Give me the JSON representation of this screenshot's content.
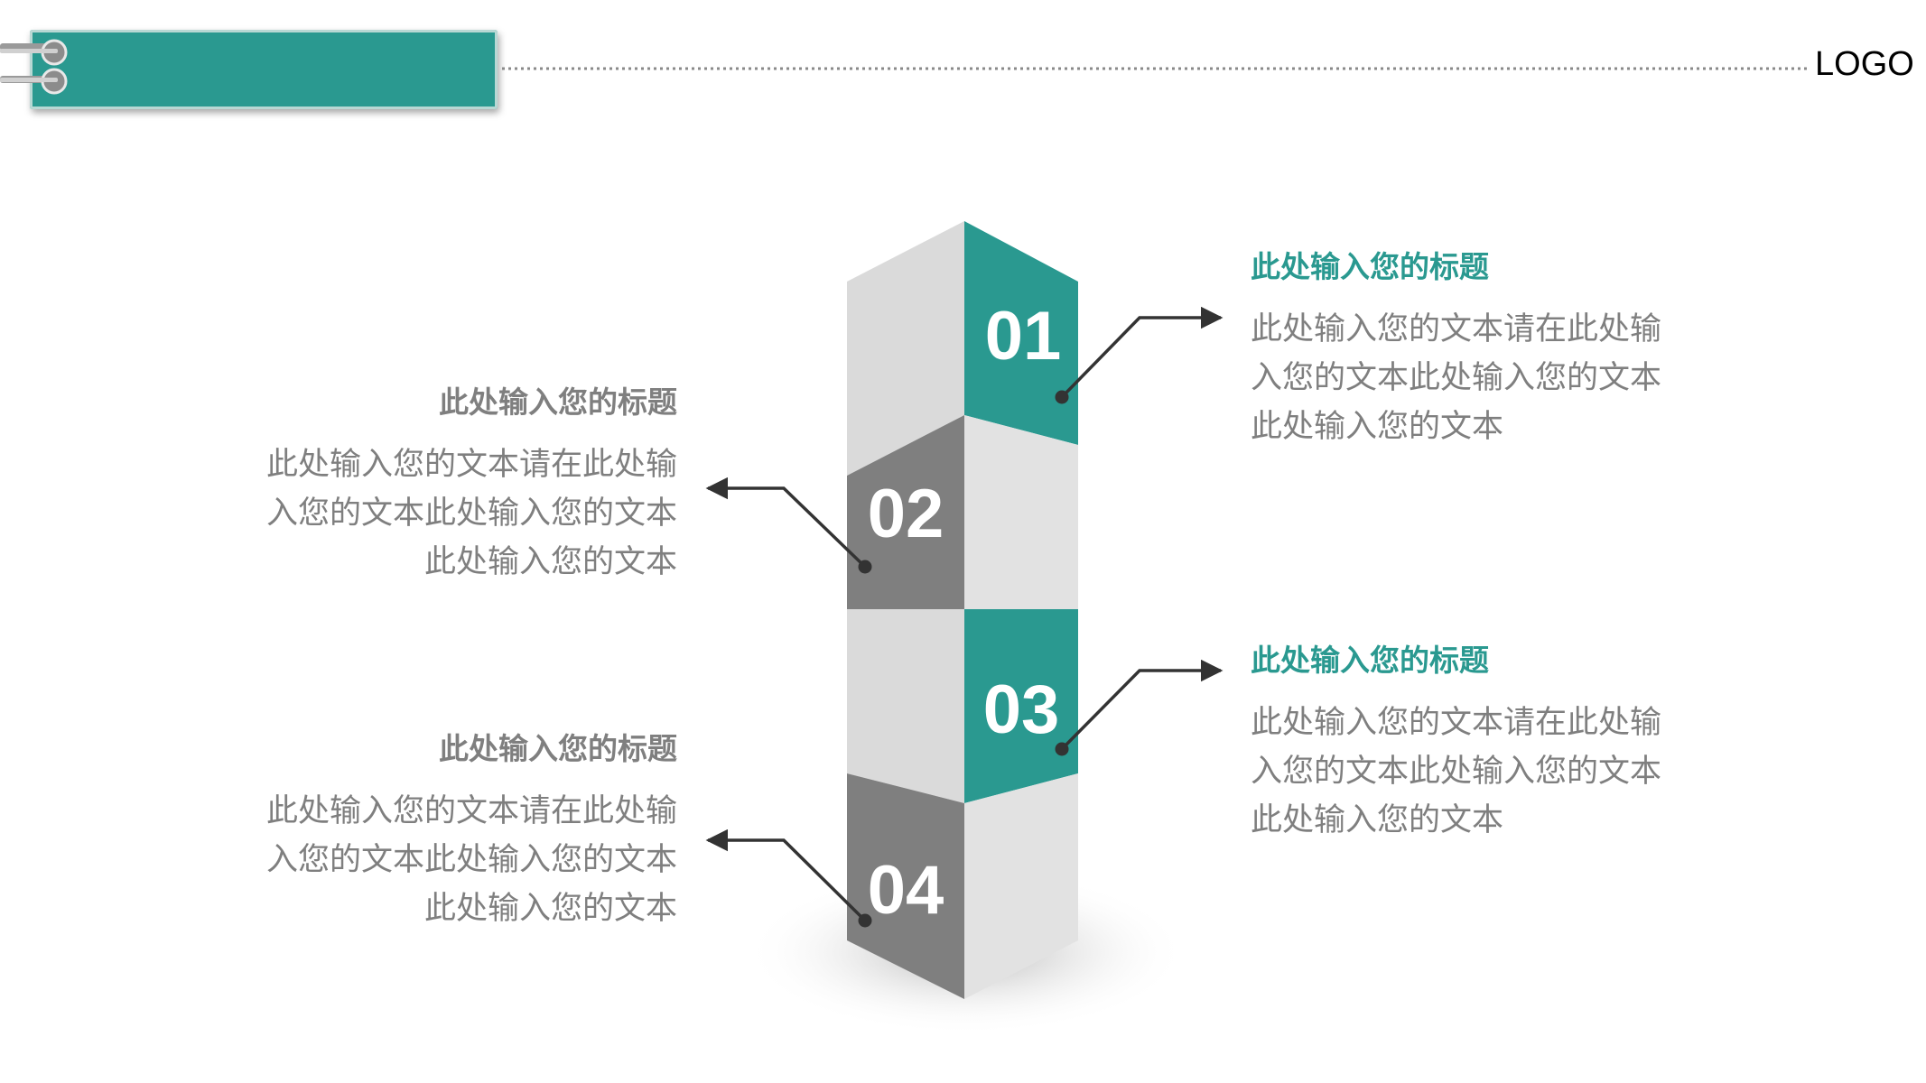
{
  "header": {
    "logo": "LOGO"
  },
  "colors": {
    "accent": "#2a9990",
    "dark_gray": "#7f7f7f",
    "light_gray": "#d9d9d9",
    "text_gray": "#7f7f7f"
  },
  "steps": [
    {
      "number": "01",
      "title": "此处输入您的标题",
      "body": [
        "此处输入您的文本请在此处输",
        "入您的文本此处输入您的文本",
        "此处输入您的文本"
      ]
    },
    {
      "number": "02",
      "title": "此处输入您的标题",
      "body": [
        "此处输入您的文本请在此处输",
        "入您的文本此处输入您的文本",
        "此处输入您的文本"
      ]
    },
    {
      "number": "03",
      "title": "此处输入您的标题",
      "body": [
        "此处输入您的文本请在此处输",
        "入您的文本此处输入您的文本",
        "此处输入您的文本"
      ]
    },
    {
      "number": "04",
      "title": "此处输入您的标题",
      "body": [
        "此处输入您的文本请在此处输",
        "入您的文本此处输入您的文本",
        "此处输入您的文本"
      ]
    }
  ]
}
